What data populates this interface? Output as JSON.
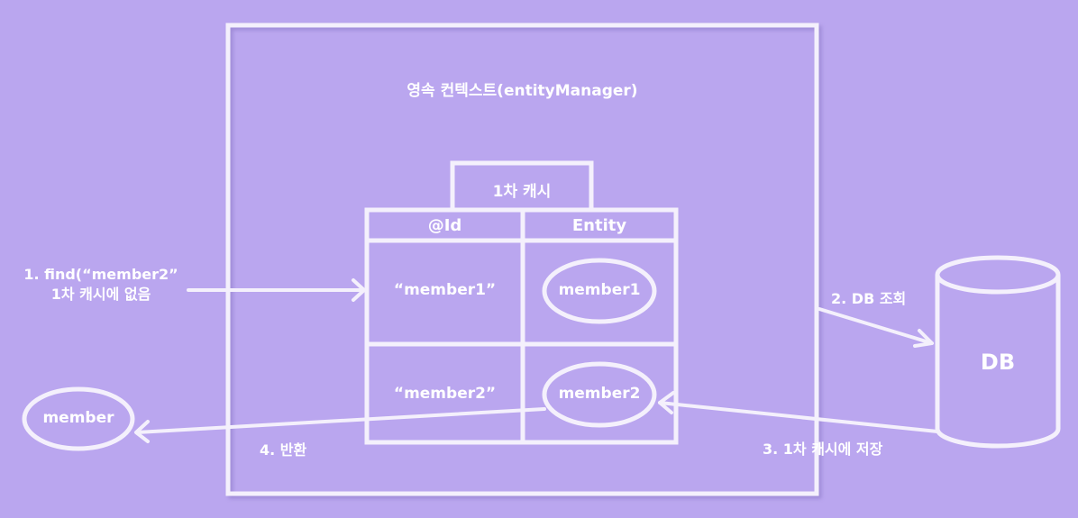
{
  "context": {
    "title": "영속 컨텍스트(entityManager)"
  },
  "cache": {
    "title": "1차 캐시",
    "headers": {
      "id": "@Id",
      "entity": "Entity"
    },
    "rows": [
      {
        "id": "“member1”",
        "entity": "member1"
      },
      {
        "id": "“member2”",
        "entity": "member2"
      }
    ]
  },
  "steps": {
    "find_line1": "1. find(“member2”",
    "find_line2": "1차 캐시에 없음",
    "db_query": "2. DB 조회",
    "save_cache": "3. 1차 캐시에 저장",
    "return": "4. 반환"
  },
  "db": {
    "label": "DB"
  },
  "result": {
    "label": "member"
  },
  "colors": {
    "background": "#baa6ef",
    "stroke": "#f4f0fc",
    "text": "#ffffff"
  }
}
